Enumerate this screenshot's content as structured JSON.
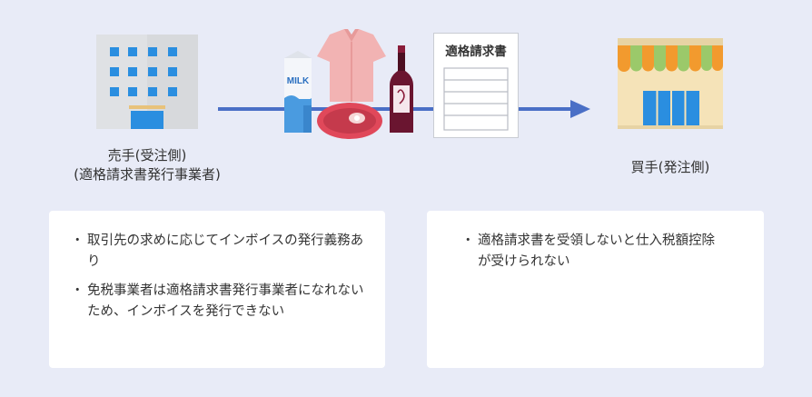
{
  "seller": {
    "label_line1": "売手(受注側)",
    "label_line2": "(適格請求書発行事業者)"
  },
  "buyer": {
    "label": "買手(発注側)"
  },
  "invoice_doc": {
    "title": "適格請求書"
  },
  "products": {
    "milk_text": "MILK"
  },
  "seller_notes": [
    "取引先の求めに応じてインボイスの発行義務あり",
    "免税事業者は適格請求書発行事業者になれないため、インボイスを発行できない"
  ],
  "buyer_notes": [
    "適格請求書を受領しないと仕入税額控除が受けられない"
  ],
  "colors": {
    "background": "#e8ebf7",
    "arrow": "#4a6fc6",
    "building_window": "#2a8ee0",
    "awning_orange": "#f29a2e",
    "awning_green": "#9bc96a"
  }
}
